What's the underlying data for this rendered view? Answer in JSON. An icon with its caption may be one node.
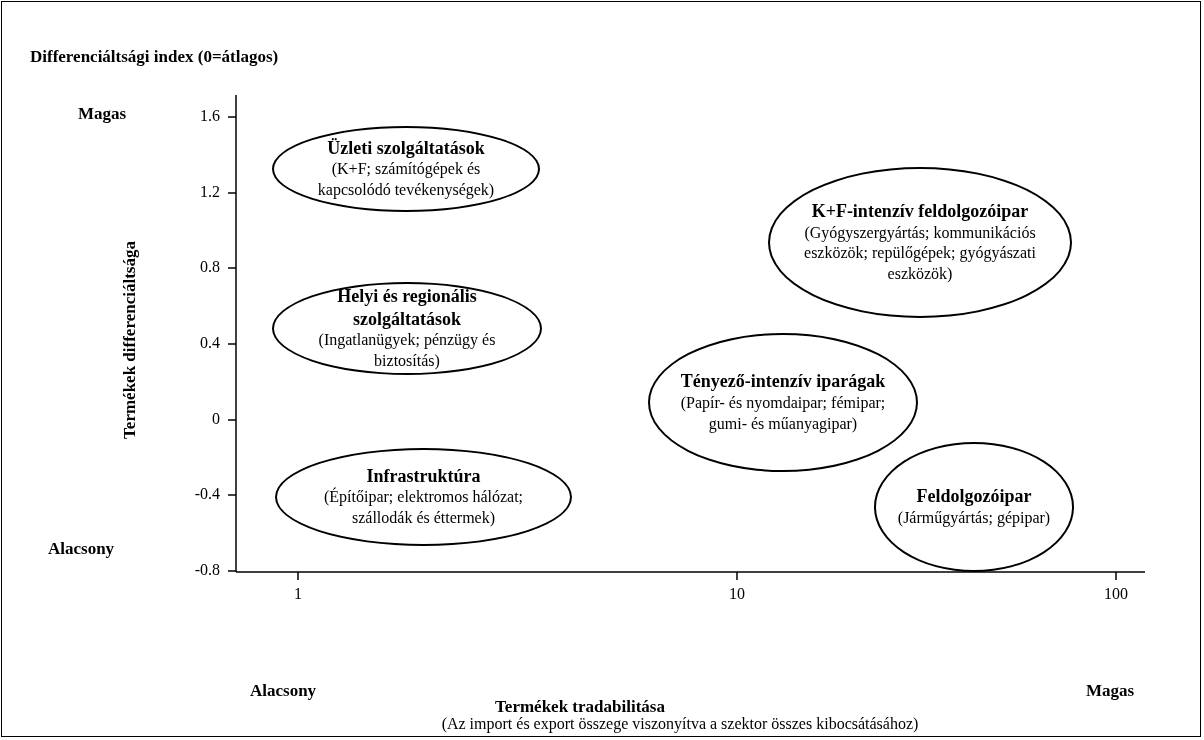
{
  "diagram": {
    "nodes": [
      {
        "text": [
          "Üzleti szolgáltatások",
          "(K+F; számítógépek és kapcsolódó tevékenységek)"
        ]
      },
      {
        "text": [
          "K+F-intenzív feldolgozóipar",
          "(Gyógyszergyártás; kommunikációs eszközök; repülőgépek; gyógyászati eszközök)"
        ]
      },
      {
        "text": [
          "Helyi és regionális szolgáltatások",
          "(Ingatlanügyek; pénzügy és biztosítás)"
        ]
      },
      {
        "text": [
          "Tényező-intenzív iparágak",
          "(Papír- és nyomdaipar; fémipar; gumi- és műanyagipar)"
        ]
      },
      {
        "text": [
          "Infrastruktúra",
          "(Építőipar; elektromos hálózat; szállodák és éttermek)"
        ]
      },
      {
        "text": [
          "Feldolgozóipar",
          "(Járműgyártás; gépipar)"
        ]
      }
    ],
    "labels": [
      "Differenciáltsági index (0=átlagos)",
      "Magas",
      "1.6",
      "1.2",
      "0.8",
      "0.4",
      "0",
      "-0.4",
      "Alacsony",
      "-0.8",
      "Termékek differenciáltsága",
      "1",
      "10",
      "100",
      "Alacsony",
      "Magas",
      "Termékek tradabilitása",
      "(Az import és export összege viszonyítva a szektor összes kibocsátásához)"
    ]
  }
}
